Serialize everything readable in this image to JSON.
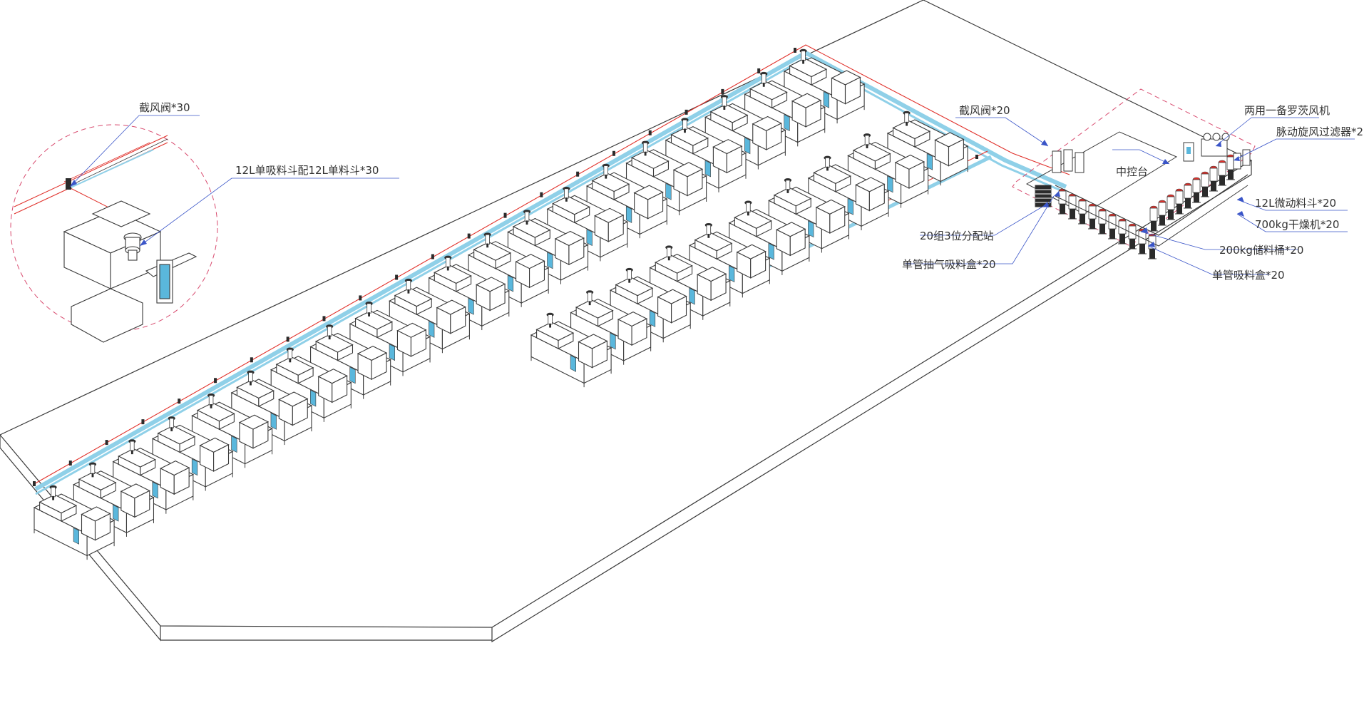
{
  "colors": {
    "line": "#3a3a3a",
    "pipe": "#8fd0e8",
    "vacuum": "#e0302a",
    "dashed": "#d84a6e",
    "leader": "#3a55c8",
    "panel": "#5ab7dc",
    "background": "#ffffff"
  },
  "labels": {
    "cutoff_valve_detail": "截风阀*30",
    "hopper_detail": "12L单吸料斗配12L单料斗*30",
    "cutoff_valve_main": "截风阀*20",
    "control_center": "中控台",
    "blower": "两用一备罗茨风机",
    "cyclone": "脉动旋风过滤器*2",
    "feeder_12l": "12L微动料斗*20",
    "dryer": "700kg干燥机*20",
    "manifold": "20组3位分配站",
    "bin_200kg": "200kg储料桶*20",
    "tube_box": "单管抽气吸料盒*20",
    "suction_box": "单管吸料盒*20"
  },
  "machines": {
    "row_a_count": 20,
    "row_b_count": 10
  }
}
